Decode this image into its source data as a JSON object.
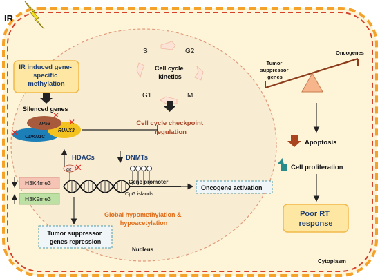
{
  "labels": {
    "ir": "IR",
    "methylation_box": [
      "IR induced gene-",
      "specific",
      "methylation"
    ],
    "silenced_genes": "Silenced genes",
    "tp53": "TP53",
    "runx3": "RUNX3",
    "cdkn1c": "CDKN1C",
    "hdacs": "HDACs",
    "ac": "ac",
    "h3k4me3": "H3K4me3",
    "h3k9me3": "H3K9me3",
    "tsg_repression": [
      "Tumor suppressor",
      "genes repression"
    ],
    "nucleus": "Nucleus",
    "cell_cycle": {
      "s": "S",
      "g2": "G2",
      "g1": "G1",
      "m": "M",
      "title": [
        "Cell cycle",
        "kinetics"
      ]
    },
    "checkpoint": [
      "Cell cycle checkpoint",
      "regulation"
    ],
    "dnmts": "DNMTs",
    "gene_promoter": "Gene promoter",
    "cpg_islands": "CpG islands",
    "oncogene_activation": "Oncogene activation",
    "global_hypo": [
      "Global hypomethylation &",
      "hypoacetylation"
    ],
    "tsg_balance": [
      "Tumor",
      "suppressor",
      "genes"
    ],
    "oncogenes": "Oncogenes",
    "apoptosis": "Apoptosis",
    "cell_proliferation": "Cell proliferation",
    "poor_rt": [
      "Poor RT",
      "response"
    ],
    "cytoplasm": "Cytoplasm"
  },
  "colors": {
    "cell_border_outer": "#f4a22a",
    "cell_border_inner": "#d5412a",
    "cytoplasm_fill": "#fef4d8",
    "nucleus_fill": "#f8ecd2",
    "nucleus_border": "#e09a7a",
    "box_fill": "#fde7a2",
    "box_border": "#f2b94a",
    "orange_text": "#e06d1a",
    "brown_text": "#a9482a",
    "navy_text": "#1f3f72",
    "tp53_fill": "#a85a3c",
    "runx3_fill": "#f4c21e",
    "cdkn1c_fill": "#1c7fb8",
    "h3k4me3_fill": "#f5c4b5",
    "h3k9me3_fill": "#bde0a4",
    "dashed_box": "#4a9ab0",
    "lightning": "#f4e21e",
    "seesaw_bar": "#8a3a18",
    "triangle_fill": "#f6b58a",
    "down_arrow": "#a9441e",
    "up_arrow": "#2a8c8a",
    "red_x": "#e8211a"
  }
}
